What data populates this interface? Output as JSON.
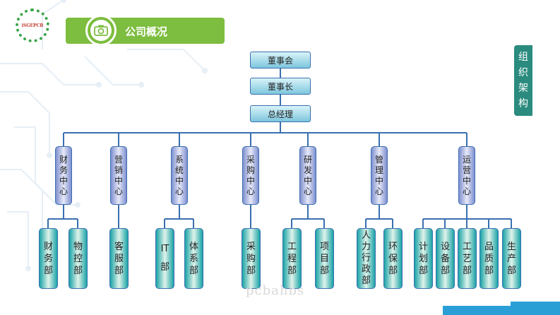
{
  "header": {
    "title": "公司概况",
    "logo_text": "iSGEPCB"
  },
  "side_tab": {
    "chars": [
      "组",
      "织",
      "架",
      "构"
    ]
  },
  "org": {
    "board": "董事会",
    "chairman": "董事长",
    "gm": "总经理",
    "centers": [
      {
        "chars": [
          "财",
          "务",
          "中",
          "心"
        ]
      },
      {
        "chars": [
          "营",
          "销",
          "中",
          "心"
        ]
      },
      {
        "chars": [
          "系",
          "统",
          "中",
          "心"
        ]
      },
      {
        "chars": [
          "采",
          "购",
          "中",
          "心"
        ]
      },
      {
        "chars": [
          "研",
          "发",
          "中",
          "心"
        ]
      },
      {
        "chars": [
          "管",
          "理",
          "中",
          "心"
        ]
      },
      {
        "chars": [
          "运",
          "营",
          "中",
          "心"
        ]
      }
    ],
    "departments": [
      {
        "chars": [
          "财",
          "务",
          "部"
        ]
      },
      {
        "chars": [
          "物",
          "控",
          "部"
        ]
      },
      {
        "chars": [
          "客",
          "服",
          "部"
        ]
      },
      {
        "chars": [
          "IT",
          "部"
        ]
      },
      {
        "chars": [
          "体",
          "系",
          "部"
        ]
      },
      {
        "chars": [
          "采",
          "购",
          "部"
        ]
      },
      {
        "chars": [
          "工",
          "程",
          "部"
        ]
      },
      {
        "chars": [
          "项",
          "目",
          "部"
        ]
      },
      {
        "chars": [
          "人",
          "力",
          "行",
          "政",
          "部"
        ]
      },
      {
        "chars": [
          "环",
          "保",
          "部"
        ]
      },
      {
        "chars": [
          "计",
          "划",
          "部"
        ]
      },
      {
        "chars": [
          "设",
          "备",
          "部"
        ]
      },
      {
        "chars": [
          "工",
          "艺",
          "部"
        ]
      },
      {
        "chars": [
          "品",
          "质",
          "部"
        ]
      },
      {
        "chars": [
          "生",
          "产",
          "部"
        ]
      }
    ]
  },
  "watermark": "pcbahbs",
  "colors": {
    "header_green": "#7dbd3f",
    "side_tab": "#2a8b7e",
    "line_blue": "#3a6fb0",
    "dept_teal": "#1aa3a6",
    "center_lilac": "#7f8fcf"
  }
}
